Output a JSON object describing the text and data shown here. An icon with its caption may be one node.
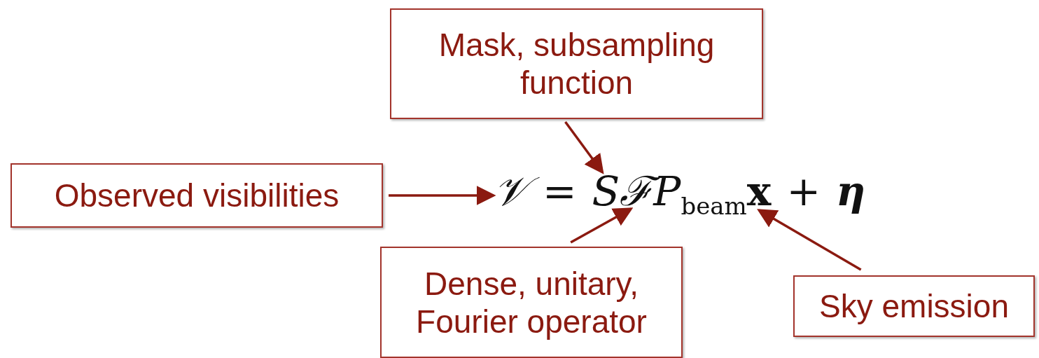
{
  "diagram": {
    "nodes": [
      {
        "text": [
          "Mask, subsampling function"
        ]
      },
      {
        "text": [
          "Observed visibilities"
        ]
      },
      {
        "text": [
          "𝒱"
        ]
      },
      {
        "text": [
          "S"
        ]
      },
      {
        "text": [
          "ℱ"
        ]
      },
      {
        "text": [
          "x"
        ]
      },
      {
        "text": [
          "Dense, unitary, Fourier operator"
        ]
      },
      {
        "text": [
          "Sky emission"
        ]
      }
    ],
    "edges": [
      {
        "from": 0,
        "to": 3,
        "arrow": "to"
      },
      {
        "from": 1,
        "to": 2,
        "arrow": "to"
      },
      {
        "from": 6,
        "to": 4,
        "arrow": "to"
      },
      {
        "from": 7,
        "to": 5,
        "arrow": "to"
      }
    ],
    "labels": [
      "=",
      "P$_{beam}$",
      "+",
      "η"
    ]
  }
}
